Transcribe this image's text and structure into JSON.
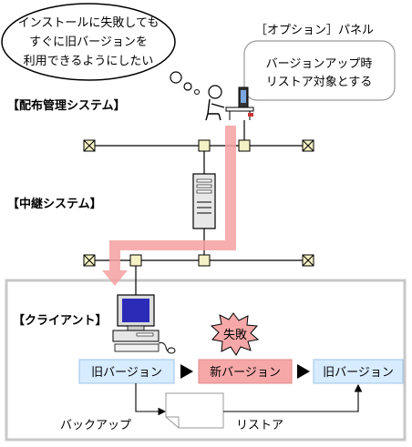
{
  "thought_bubble": {
    "lines": [
      "インストールに失敗しても",
      "すぐに旧バージョンを",
      "利用できるようにしたい"
    ]
  },
  "options_panel": {
    "title": "［オプション］パネル",
    "lines": [
      "バージョンアップ時",
      "リストア対象とする"
    ]
  },
  "systems": {
    "distribution": "【配布管理システム】",
    "relay": "【中継システム】",
    "client": "【クライアント】"
  },
  "versions": {
    "old_left": "旧バージョン",
    "new": "新バージョン",
    "old_right": "旧バージョン"
  },
  "failure_label": "失敗",
  "flow_labels": {
    "backup": "バックアップ",
    "restore": "リストア"
  },
  "colors": {
    "flow_arrow": "#f4a0a0",
    "old_version_fill": "#d8ecff",
    "new_version_fill": "#f6a8a8",
    "node_fill": "#f4f2c4",
    "burst_fill": "#f6a8a8",
    "client_border": "#c8c8c8"
  }
}
